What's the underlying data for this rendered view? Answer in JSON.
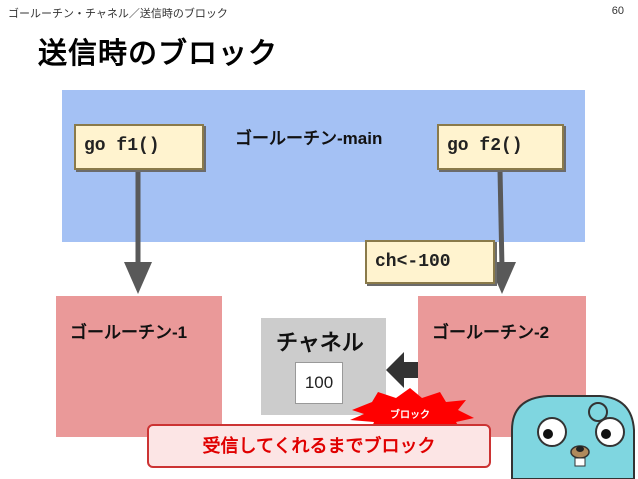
{
  "header": {
    "breadcrumb": "ゴールーチン・チャネル／送信時のブロック",
    "page_number": "60"
  },
  "slide": {
    "title": "送信時のブロック"
  },
  "diagram": {
    "main_goroutine": "ゴールーチン-main",
    "code_f1": "go f1()",
    "code_f2": "go f2()",
    "code_send": "ch<-100",
    "goroutine_1": "ゴールーチン-1",
    "goroutine_2": "ゴールーチン-2",
    "channel_label": "チャネル",
    "channel_value": "100",
    "block_burst": "ブロック",
    "bottom_message": "受信してくれるまでブロック"
  },
  "colors": {
    "main_box": "#a4c1f4",
    "goroutine_box": "#ea9999",
    "channel_box": "#cccccc",
    "note": "#fff3cf",
    "block_red": "#ff0000"
  }
}
